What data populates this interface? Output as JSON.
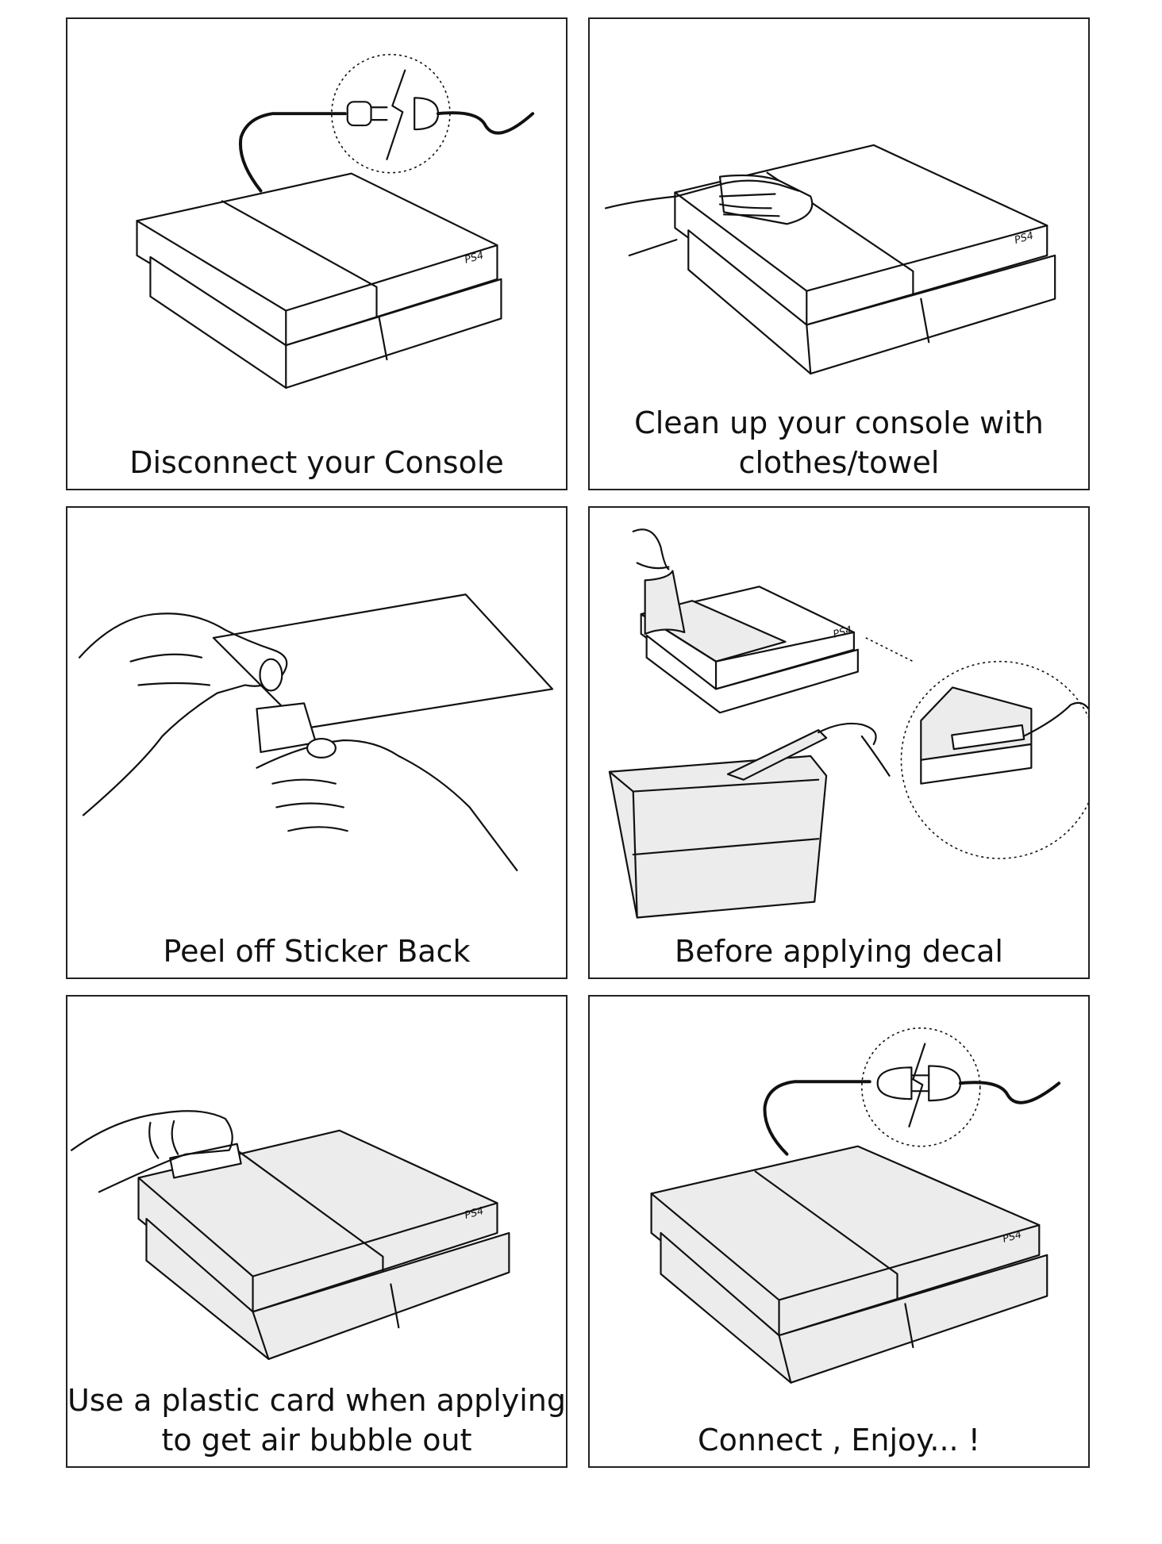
{
  "colors": {
    "line": "#111111",
    "decal_fill": "#ececec",
    "background": "#ffffff"
  },
  "console_logo": "PS4",
  "steps": [
    {
      "caption": "Disconnect your Console",
      "icon": "unplug-icon"
    },
    {
      "caption": "Clean up your console with\nclothes/towel",
      "icon": "wipe-hand-icon"
    },
    {
      "caption": "Peel off Sticker Back",
      "icon": "peel-sticker-icon"
    },
    {
      "caption": "Before applying decal",
      "icon": "align-decal-icon"
    },
    {
      "caption": "Use a plastic card when applying\nto get air bubble out",
      "icon": "plastic-card-icon"
    },
    {
      "caption": "Connect , Enjoy... !",
      "icon": "plug-in-icon"
    }
  ]
}
